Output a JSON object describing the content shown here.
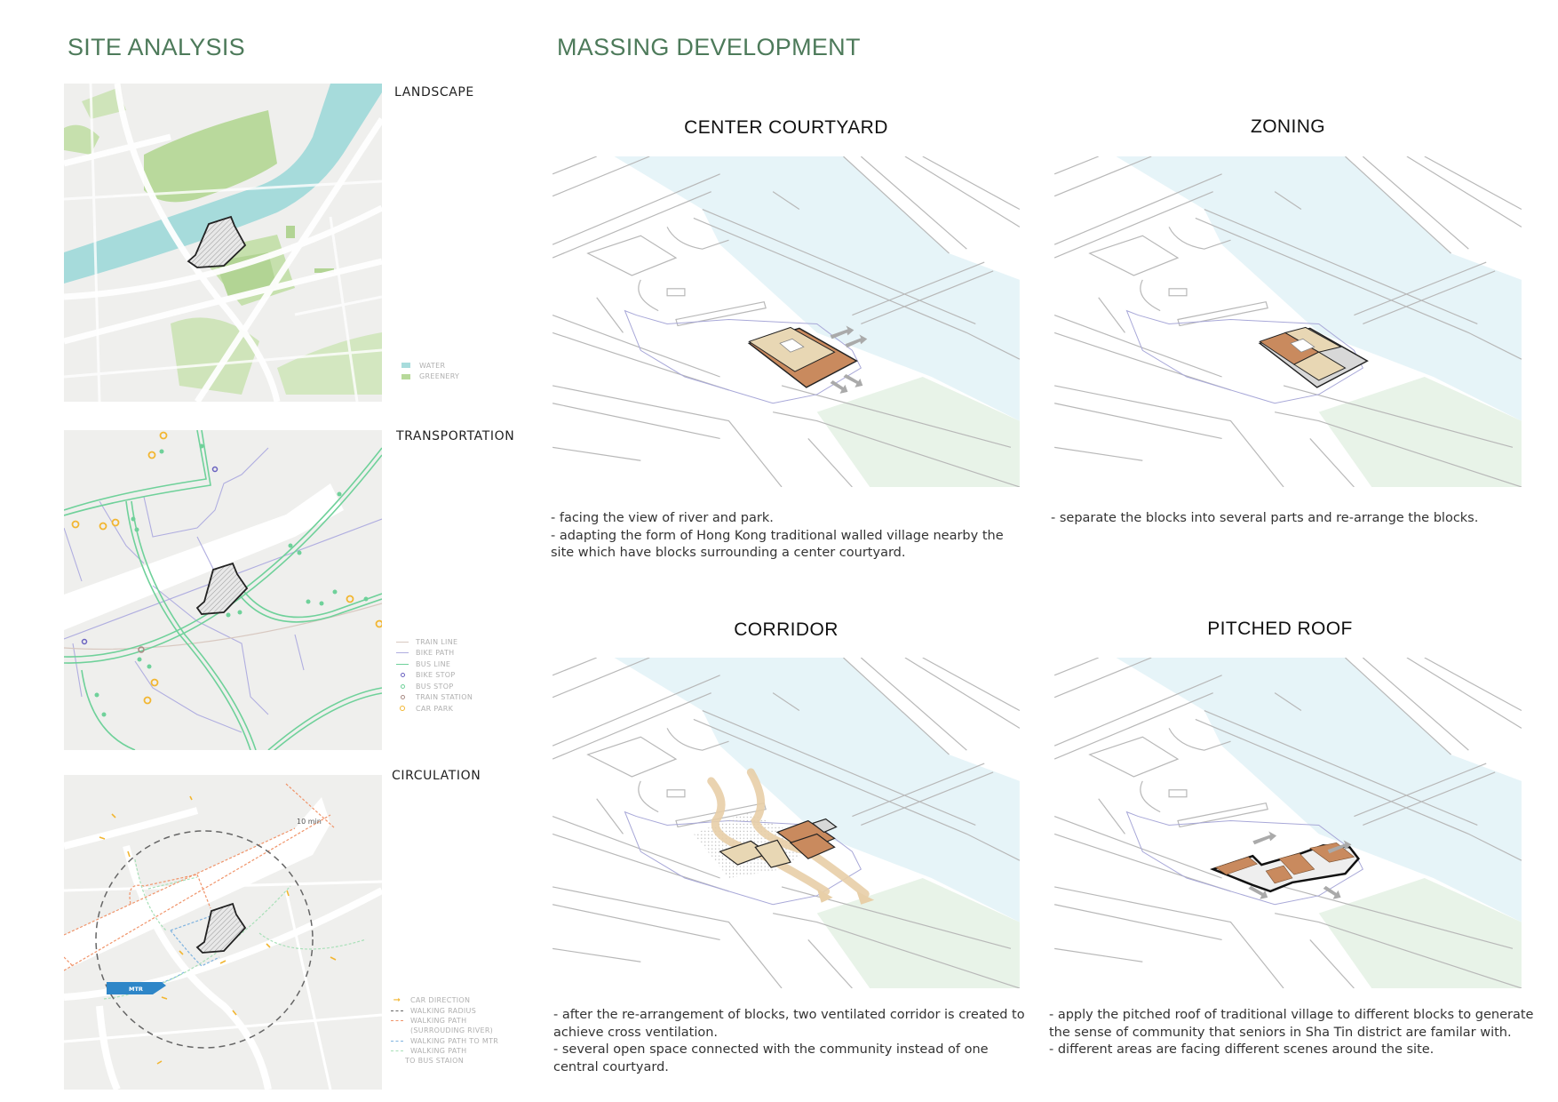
{
  "site_analysis": {
    "title": "SITE ANALYSIS",
    "maps": [
      {
        "label": "LANDSCAPE",
        "legend": [
          {
            "icon": "water-swatch",
            "label": "WATER",
            "color": "#a8dcdc"
          },
          {
            "icon": "greenery-swatch",
            "label": "GREENERY",
            "color": "#b7d99a"
          }
        ]
      },
      {
        "label": "TRANSPORTATION",
        "legend": [
          {
            "icon": "train-line-icon",
            "label": "TRAIN LINE",
            "color": "#d8c8c0"
          },
          {
            "icon": "bike-path-icon",
            "label": "BIKE PATH",
            "color": "#b0aee0"
          },
          {
            "icon": "bus-line-icon",
            "label": "BUS LINE",
            "color": "#6fd19a"
          },
          {
            "icon": "bike-stop-icon",
            "label": "BIKE STOP",
            "color": "#6a62c0"
          },
          {
            "icon": "bus-stop-icon",
            "label": "BUS STOP",
            "color": "#6fd19a"
          },
          {
            "icon": "train-station-icon",
            "label": "TRAIN STATION",
            "color": "#a88a84"
          },
          {
            "icon": "car-park-icon",
            "label": "CAR PARK",
            "color": "#f2b631"
          }
        ]
      },
      {
        "label": "CIRCULATION",
        "radius_label": "10 min",
        "station_label": "MTR",
        "legend": [
          {
            "icon": "car-direction-icon",
            "label": "CAR DIRECTION",
            "color": "#f2b631"
          },
          {
            "icon": "walking-radius-icon",
            "label": "WALKING RADIUS",
            "color": "#666666"
          },
          {
            "icon": "walking-path-river-icon",
            "label": "WALKING PATH",
            "label2": "(SURROUDING RIVER)",
            "color": "#f0946a"
          },
          {
            "icon": "walking-path-mtr-icon",
            "label": "WALKING PATH TO MTR",
            "color": "#7fb3e0"
          },
          {
            "icon": "walking-path-bus-icon",
            "label": "WALKING PATH",
            "label2": "TO BUS STAION",
            "color": "#a8e0b8"
          }
        ]
      }
    ]
  },
  "massing": {
    "title": "MASSING DEVELOPMENT",
    "panels": [
      {
        "title": "CENTER COURTYARD",
        "desc": [
          "- facing the view of river and park.",
          "- adapting the form of Hong Kong traditional walled village nearby the site which have blocks surrounding a center courtyard."
        ]
      },
      {
        "title": "ZONING",
        "desc": [
          "- separate the blocks into several parts and re-arrange the blocks."
        ]
      },
      {
        "title": "CORRIDOR",
        "desc": [
          "- after the re-arrangement of blocks, two ventilated corridor is created to achieve cross ventilation.",
          "- several open space connected with the community instead of one central courtyard."
        ]
      },
      {
        "title": "PITCHED ROOF",
        "desc": [
          "- apply the pitched roof of traditional village to different blocks to generate the sense of community that seniors in Sha Tin district are familar with.",
          "- different areas are facing different scenes around the site."
        ]
      }
    ]
  },
  "colors": {
    "heading": "#4d7a5a",
    "water": "#a8dcdc",
    "greenery": "#b7d99a",
    "massing_water": "#e6f4f8",
    "massing_park": "#e8f3e8",
    "block_light": "#e8d7b4",
    "block_dark": "#c98a5e",
    "mtr": "#2e86c8"
  }
}
